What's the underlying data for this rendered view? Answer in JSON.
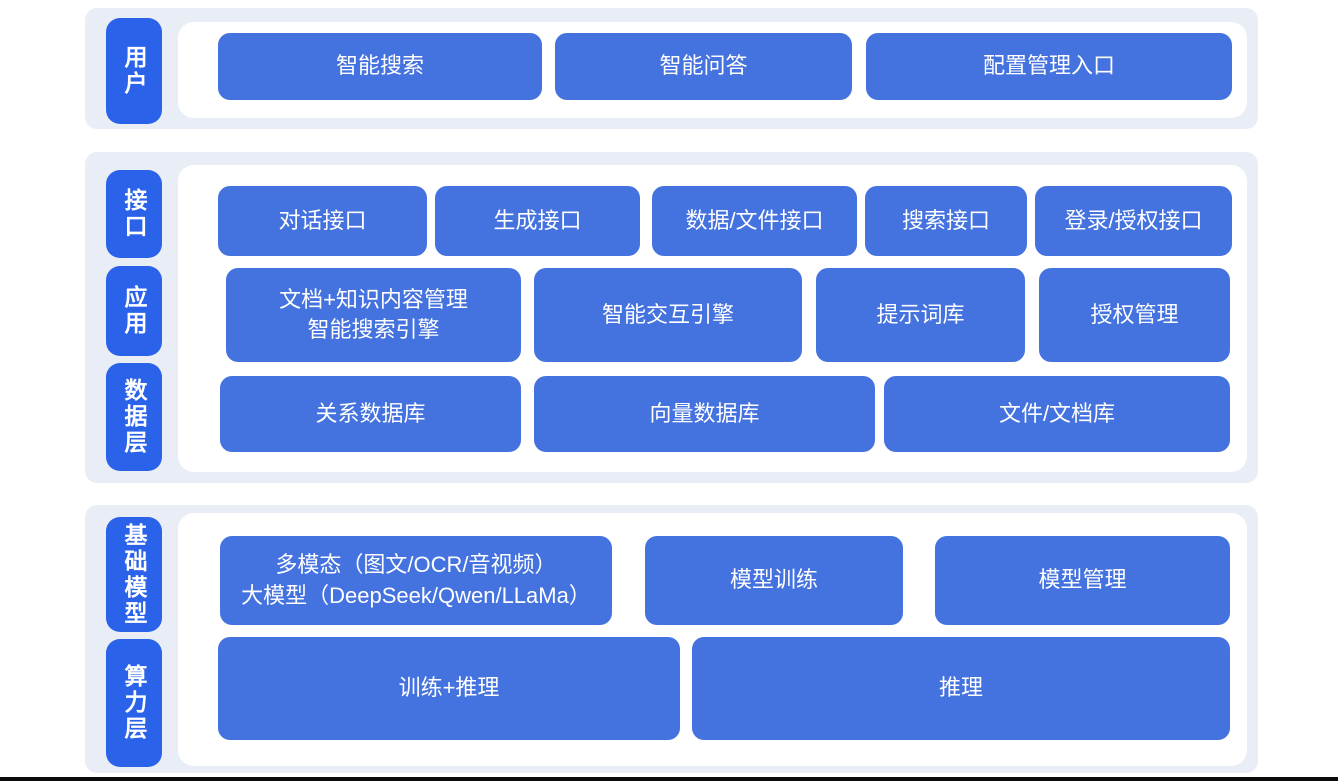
{
  "colors": {
    "layer_pill_blue": "#2a62ea",
    "block_blue": "#4472df",
    "section_background": "#e9eef6",
    "panel_background": "#ffffff",
    "text": "#ffffff",
    "footer_bar": "#0a0a0a"
  },
  "sections": [
    {
      "name": "user-layer",
      "pills": [
        {
          "text": "用户"
        }
      ],
      "rows": [
        {
          "buttons": [
            {
              "label": "智能搜索"
            },
            {
              "label": "智能问答"
            },
            {
              "label": "配置管理入口"
            }
          ]
        }
      ]
    },
    {
      "name": "platform-layers",
      "pills": [
        {
          "text": "接口"
        },
        {
          "text": "应用"
        },
        {
          "text": "数据层"
        }
      ],
      "rows": [
        {
          "buttons": [
            {
              "label": "对话接口"
            },
            {
              "label": "生成接口"
            },
            {
              "label": "数据/文件接口"
            },
            {
              "label": "搜索接口"
            },
            {
              "label": "登录/授权接口"
            }
          ]
        },
        {
          "buttons": [
            {
              "label": "文档+知识内容管理\n智能搜索引擎"
            },
            {
              "label": "智能交互引擎"
            },
            {
              "label": "提示词库"
            },
            {
              "label": "授权管理"
            }
          ]
        },
        {
          "buttons": [
            {
              "label": "关系数据库"
            },
            {
              "label": "向量数据库"
            },
            {
              "label": "文件/文档库"
            }
          ]
        }
      ]
    },
    {
      "name": "foundation-layers",
      "pills": [
        {
          "text": "基础模型"
        },
        {
          "text": "算力层"
        }
      ],
      "rows": [
        {
          "buttons": [
            {
              "label": "多模态（图文/OCR/音视频）\n大模型（DeepSeek/Qwen/LLaMa）"
            },
            {
              "label": "模型训练"
            },
            {
              "label": "模型管理"
            }
          ]
        },
        {
          "buttons": [
            {
              "label": "训练+推理"
            },
            {
              "label": "推理"
            }
          ]
        }
      ]
    }
  ]
}
